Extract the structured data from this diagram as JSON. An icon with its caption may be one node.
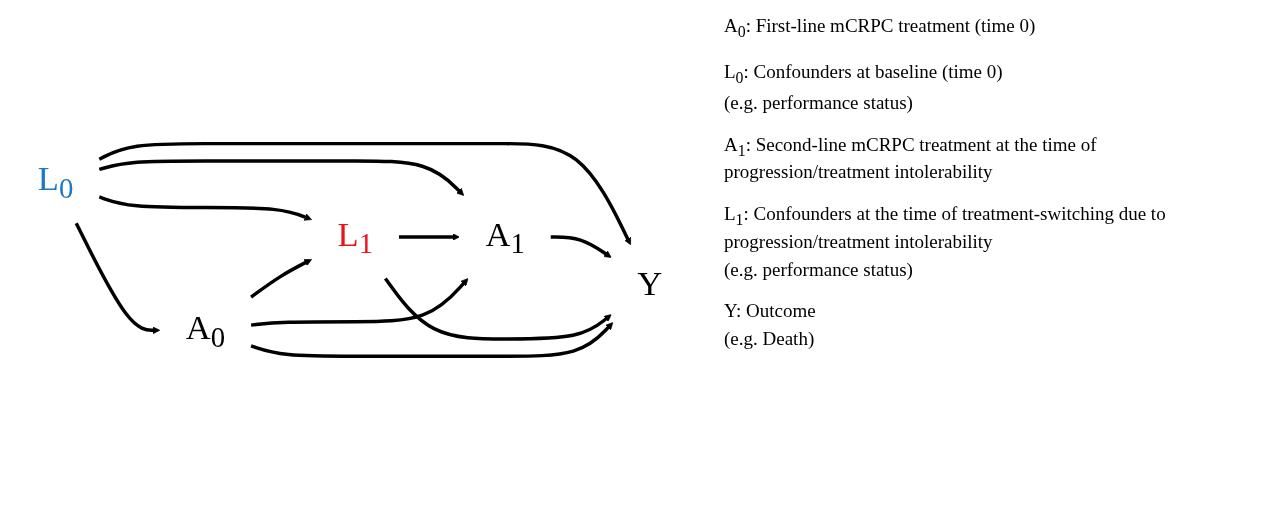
{
  "diagram": {
    "nodes": [
      {
        "text": [
          "L$_{0}$"
        ]
      },
      {
        "text": [
          "A$_{0}$"
        ]
      },
      {
        "text": [
          "L$_{1}$"
        ]
      },
      {
        "text": [
          "A$_{1}$"
        ]
      },
      {
        "text": [
          "Y"
        ]
      }
    ],
    "edges": [
      {
        "from": 0,
        "to": 1,
        "arrow": "to"
      },
      {
        "from": 0,
        "to": 2,
        "arrow": "to"
      },
      {
        "from": 0,
        "to": 3,
        "arrow": "to"
      },
      {
        "from": 0,
        "to": 4,
        "arrow": "to"
      },
      {
        "from": 1,
        "to": 2,
        "arrow": "to"
      },
      {
        "from": 2,
        "to": 3,
        "arrow": "to"
      },
      {
        "from": 3,
        "to": 4,
        "arrow": "to"
      },
      {
        "from": 2,
        "to": 4,
        "arrow": "to"
      },
      {
        "from": 1,
        "to": 3,
        "arrow": "to"
      },
      {
        "from": 1,
        "to": 4,
        "arrow": "to"
      }
    ],
    "labels": [
      "A$_{0}$: First-line mCRPC treatment (time 0)",
      "L$_{0}$: Confounders at baseline (time 0)",
      "(e.g. performance status)",
      "A$_{1}$: Second-line mCRPC treatment at the time of progression/treatment intolerability",
      "L$_{1}$: Confounders at the time of treatment-switching due to progression/treatment intolerability",
      "(e.g. performance status)",
      "Y: Outcome",
      "(e.g. Death)"
    ]
  }
}
